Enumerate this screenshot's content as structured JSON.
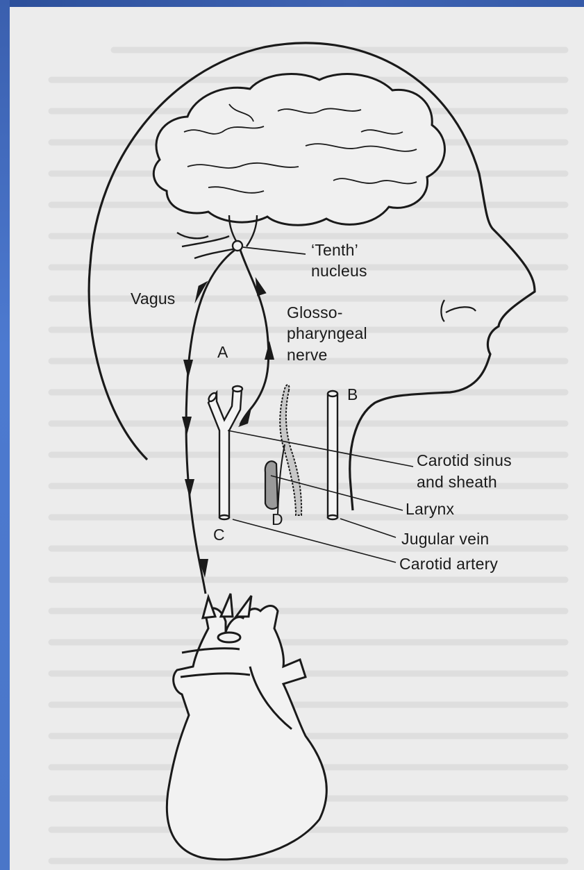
{
  "labels": {
    "tenth": "‘Tenth’",
    "nucleus": "nucleus",
    "vagus": "Vagus",
    "glosso1": "Glosso-",
    "glosso2": "pharyngeal",
    "glosso3": "nerve",
    "a": "A",
    "b": "B",
    "c": "C",
    "d": "D",
    "carotid_sinus1": "Carotid sinus",
    "carotid_sinus2": "and sheath",
    "larynx": "Larynx",
    "jugular": "Jugular vein",
    "carotid_artery": "Carotid artery"
  },
  "colors": {
    "frame": "#4a74c4",
    "paper": "#ececec",
    "ink": "#1a1a1a",
    "bleed_text": "#d2d2d2"
  }
}
